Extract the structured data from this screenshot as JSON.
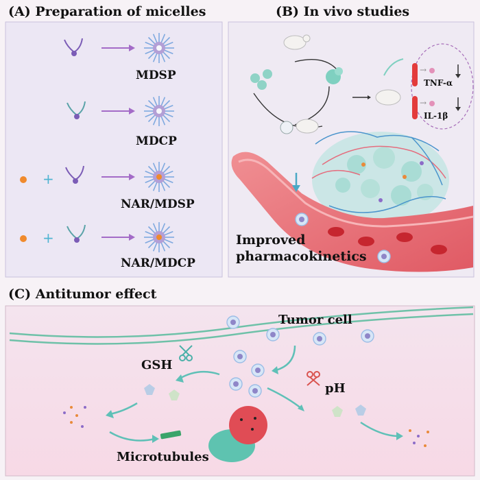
{
  "panel_a": {
    "title": "(A) Preparation of micelles",
    "micelles": [
      "MDSP",
      "MDCP",
      "NAR/MDSP",
      "NAR/MDCP"
    ]
  },
  "panel_b": {
    "title": "(B) In vivo studies",
    "markers": [
      "TNF-α",
      "IL-1β"
    ],
    "result_line1": "Improved",
    "result_line2": "pharmacokinetics"
  },
  "panel_c": {
    "title": "(C) Antitumor effect",
    "tumor_cell": "Tumor cell",
    "gsh": "GSH",
    "ph": "pH",
    "microtubules": "Microtubules"
  }
}
